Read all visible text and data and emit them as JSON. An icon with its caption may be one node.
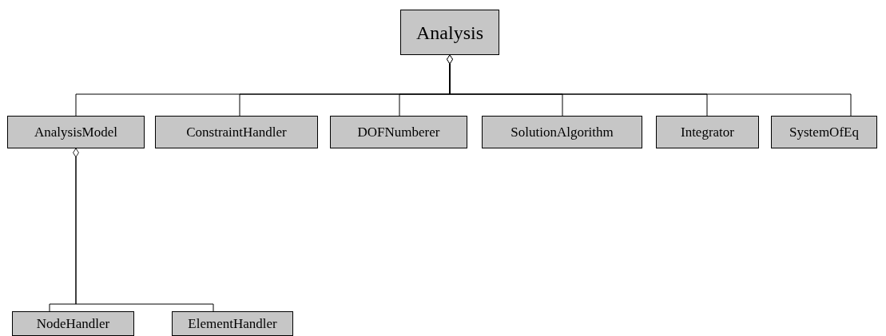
{
  "diagram": {
    "nodes": [
      {
        "text": [
          "Analysis"
        ]
      },
      {
        "text": [
          "AnalysisModel"
        ]
      },
      {
        "text": [
          "ConstraintHandler"
        ]
      },
      {
        "text": [
          "DOFNumberer"
        ]
      },
      {
        "text": [
          "SolutionAlgorithm"
        ]
      },
      {
        "text": [
          "Integrator"
        ]
      },
      {
        "text": [
          "SystemOfEq"
        ]
      },
      {
        "text": [
          "NodeHandler"
        ]
      },
      {
        "text": [
          "ElementHandler"
        ]
      }
    ],
    "edges": [
      {
        "from": 1,
        "to": 0,
        "arrow": "other"
      },
      {
        "from": 2,
        "to": 0,
        "arrow": "other"
      },
      {
        "from": 3,
        "to": 0,
        "arrow": "other"
      },
      {
        "from": 4,
        "to": 0,
        "arrow": "other"
      },
      {
        "from": 5,
        "to": 0,
        "arrow": "other"
      },
      {
        "from": 6,
        "to": 0,
        "arrow": "other"
      },
      {
        "from": 7,
        "to": 1,
        "arrow": "other"
      },
      {
        "from": 8,
        "to": 1,
        "arrow": "other"
      }
    ]
  }
}
